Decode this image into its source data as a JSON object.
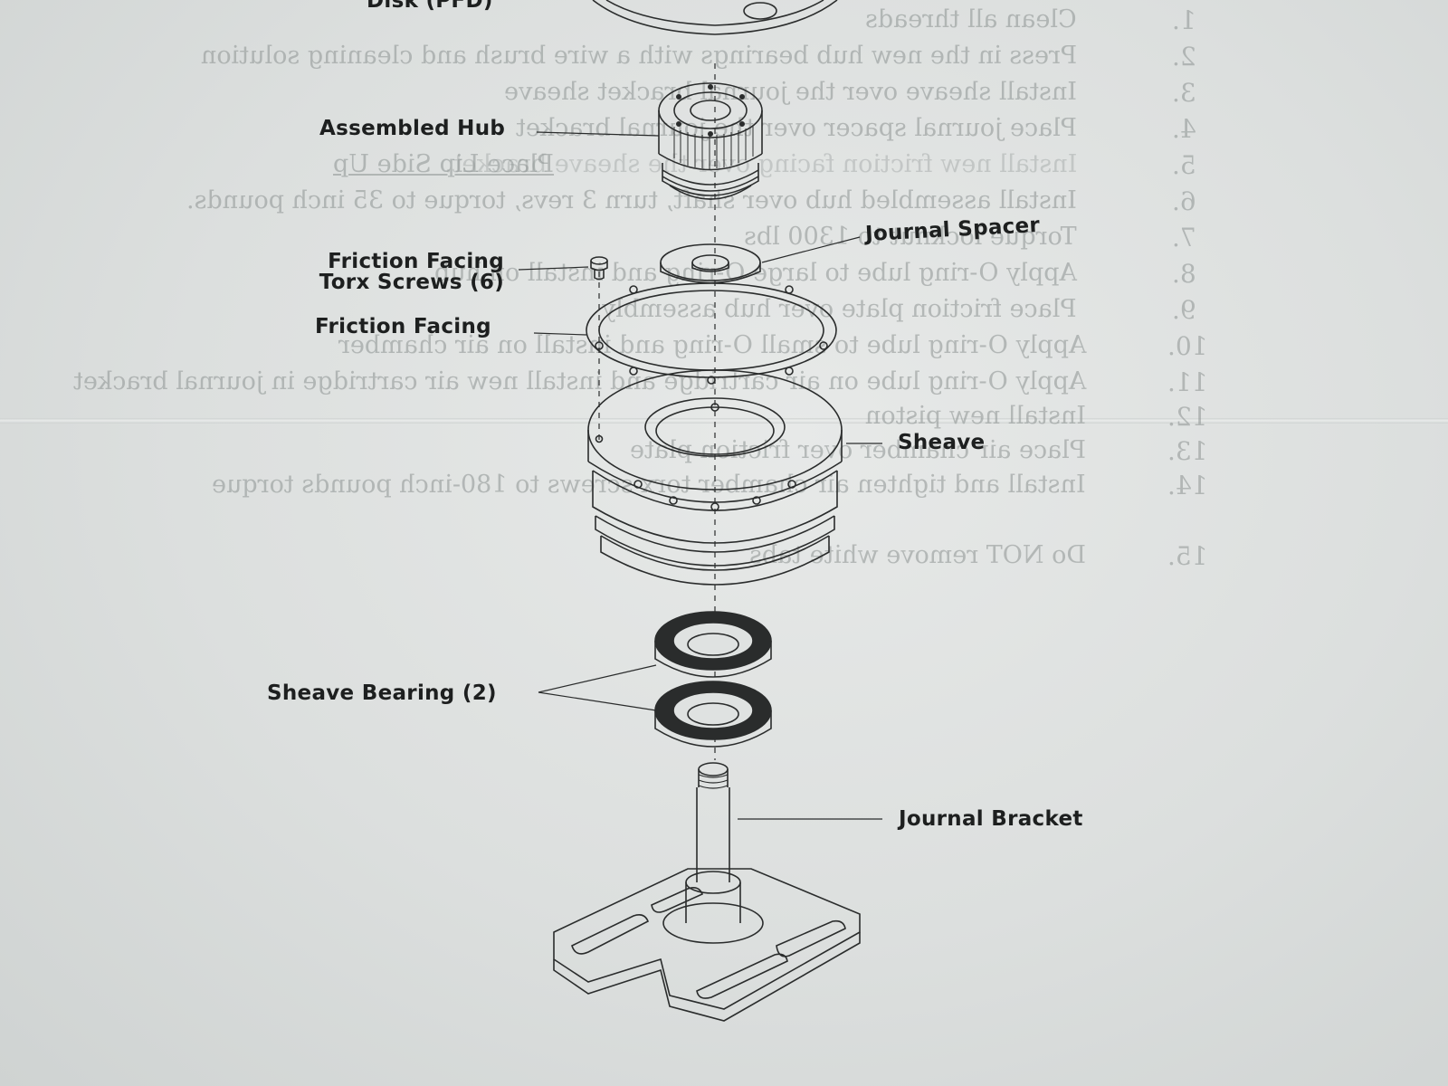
{
  "callouts": {
    "top_cut": "Disk (PFD)",
    "assembled_hub": "Assembled Hub",
    "journal_spacer": "Journal Spacer",
    "torx_screws_line1": "Friction Facing",
    "torx_screws_line2": "Torx Screws (6)",
    "friction_facing": "Friction Facing",
    "sheave": "Sheave",
    "sheave_bearing": "Sheave Bearing (2)",
    "journal_bracket": "Journal Bracket"
  },
  "reverse_side_steps": [
    {
      "number": "1.",
      "text": "Clean all threads"
    },
    {
      "number": "2.",
      "text": "Press in the new hub bearings with a wire brush and cleaning solution"
    },
    {
      "number": "3.",
      "text": "Install sheave over the journal bracket sheave"
    },
    {
      "number": "4.",
      "text": "Place journal spacer over the journal bracket"
    },
    {
      "number": "5.",
      "text": "Install new friction facing over the sheave bracket.",
      "emphasis": "Place Lip Side Up"
    },
    {
      "number": "6.",
      "text": "Install assembled hub over shaft, turn 3 revs, torque to 35 inch pounds."
    },
    {
      "number": "7.",
      "text": "Torque locknut to 1300 lbs"
    },
    {
      "number": "8.",
      "text": "Apply O-ring lube to large O-ring and install on hub"
    },
    {
      "number": "9.",
      "text": "Place friction plate over hub assembly"
    },
    {
      "number": "10.",
      "text": "Apply O-ring lube to small O-ring and install on air chamber"
    },
    {
      "number": "11.",
      "text": "Apply O-ring lube on air cartridge and install new air cartridge in journal bracket"
    },
    {
      "number": "12.",
      "text": "Install new piston"
    },
    {
      "number": "13.",
      "text": "Place air chamber over friction plate"
    },
    {
      "number": "14.",
      "text": "Install and tighten air chamber torx screws to 180-inch pounds torque"
    },
    {
      "number": "15.",
      "text": "Do NOT remove white tabs"
    }
  ],
  "colors": {
    "paper": "#dcdfde",
    "ink": "#1d1f1f",
    "line_art": "#2a2c2c",
    "bleed_text": "#8d9392"
  }
}
